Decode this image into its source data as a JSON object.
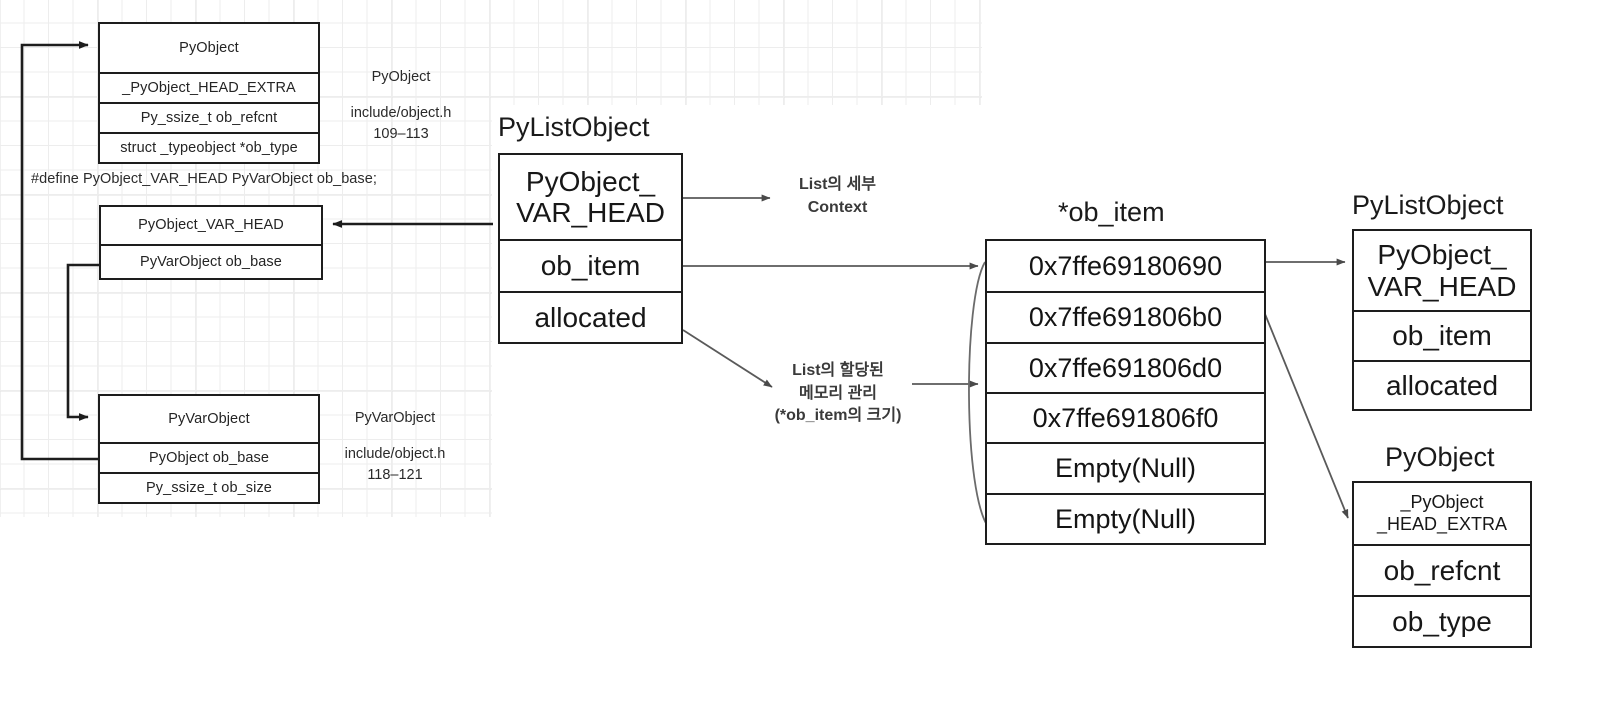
{
  "diagram": {
    "title_hint": "CPython PyListObject memory layout diagram",
    "macro_note": "#define PyObject_VAR_HEAD PyVarObject ob_base;"
  },
  "left": {
    "pyobject_struct": {
      "caption": "",
      "rows": [
        "PyObject",
        "_PyObject_HEAD_EXTRA",
        "Py_ssize_t ob_refcnt",
        "struct _typeobject *ob_type"
      ],
      "side_note_name": "PyObject",
      "side_note_file": "include/object.h",
      "side_note_lines": "109–113"
    },
    "varhead_struct": {
      "rows": [
        "PyObject_VAR_HEAD",
        "PyVarObject ob_base"
      ]
    },
    "pyvarobject_struct": {
      "rows": [
        "PyVarObject",
        "PyObject ob_base",
        "Py_ssize_t ob_size"
      ],
      "side_note_name": "PyVarObject",
      "side_note_file": "include/object.h",
      "side_note_lines": "118–121"
    }
  },
  "center": {
    "pylistobject": {
      "caption": "PyListObject",
      "rows": [
        {
          "line1": "PyObject_",
          "line2": "VAR_HEAD"
        },
        {
          "line1": "ob_item",
          "line2": ""
        },
        {
          "line1": "allocated",
          "line2": ""
        }
      ]
    },
    "annotations": {
      "context_note": "List의 세부\nContext",
      "memory_note": "List의 할당된\n메모리 관리\n(*ob_item의 크기)"
    }
  },
  "array": {
    "caption": "*ob_item",
    "cells": [
      "0x7ffe69180690",
      "0x7ffe691806b0",
      "0x7ffe691806d0",
      "0x7ffe691806f0",
      "Empty(Null)",
      "Empty(Null)"
    ]
  },
  "right": {
    "pylistobject": {
      "caption": "PyListObject",
      "rows": [
        {
          "line1": "PyObject_",
          "line2": "VAR_HEAD"
        },
        {
          "line1": "ob_item",
          "line2": ""
        },
        {
          "line1": "allocated",
          "line2": ""
        }
      ]
    },
    "pyobject": {
      "caption": "PyObject",
      "rows": [
        {
          "line1": "_PyObject",
          "line2": "_HEAD_EXTRA"
        },
        {
          "line1": "ob_refcnt",
          "line2": ""
        },
        {
          "line1": "ob_type",
          "line2": ""
        }
      ]
    }
  },
  "colors": {
    "stroke": "#1d1d1d",
    "thin_stroke": "#5a5a5a",
    "grid_minor": "#ededed",
    "grid_major": "#e2e2e2",
    "background": "#ffffff",
    "text": "#1a1a1a"
  }
}
